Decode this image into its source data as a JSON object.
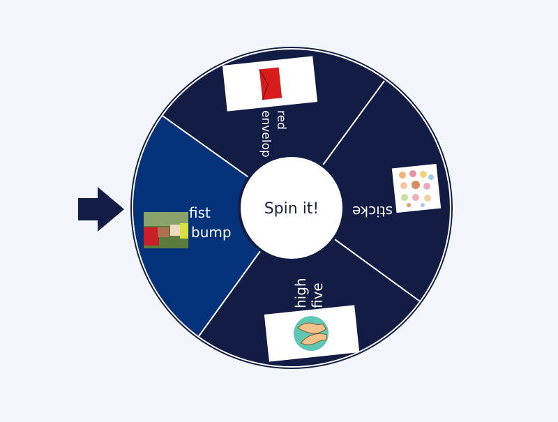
{
  "spinner": {
    "center_label": "Spin it!",
    "segments": [
      {
        "id": "red-envelope",
        "lines": [
          "red",
          "envelop"
        ],
        "icon": "red-envelope-image",
        "selected": false
      },
      {
        "id": "sticker",
        "lines": [
          "sticke"
        ],
        "icon": "sticker-sheet-image",
        "selected": false
      },
      {
        "id": "high-five",
        "lines": [
          "high",
          "five"
        ],
        "icon": "high-five-hands-image",
        "selected": false
      },
      {
        "id": "fist-bump",
        "lines": [
          "fist",
          "bump"
        ],
        "icon": "fist-bump-photo",
        "selected": true
      }
    ],
    "pointer_icon": "arrow-right-icon"
  },
  "colors": {
    "background": "#f2f6fc",
    "segment": "#131c44",
    "segment_selected": "#04337c",
    "divider": "#ffffff",
    "pointer": "#131c44",
    "hub": "#ffffff"
  }
}
